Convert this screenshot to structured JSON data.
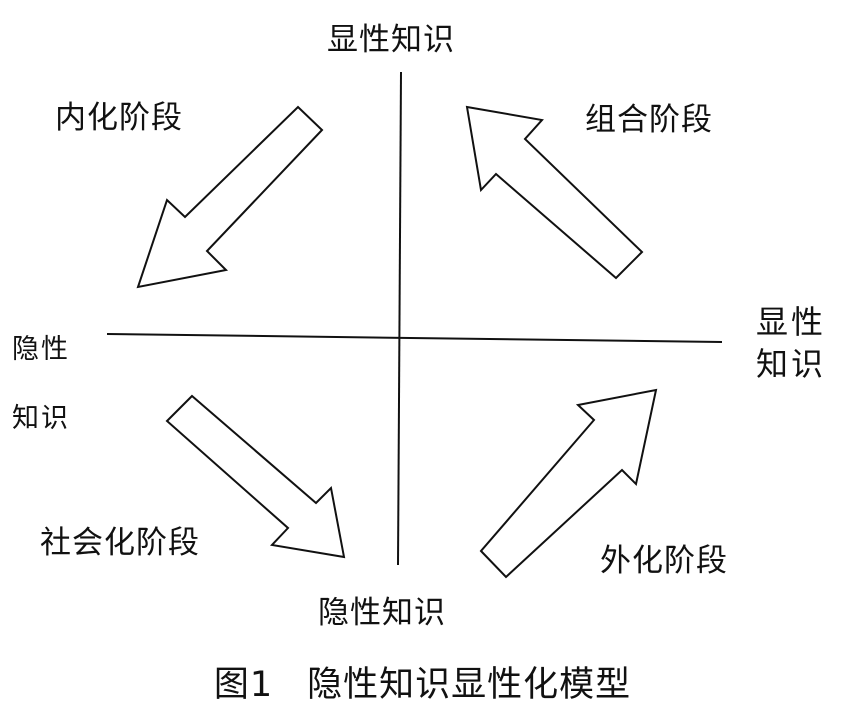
{
  "axes": {
    "top_label": "显性知识",
    "bottom_label": "隐性知识",
    "left_label_line1": "隐性",
    "left_label_line2": "知识",
    "right_label_line1": "显性",
    "right_label_line2": "知识"
  },
  "quadrants": {
    "internalization": "内化阶段",
    "combination": "组合阶段",
    "socialization": "社会化阶段",
    "externalization": "外化阶段"
  },
  "caption": {
    "figure_number": "图1",
    "title": "隐性知识显性化模型"
  }
}
